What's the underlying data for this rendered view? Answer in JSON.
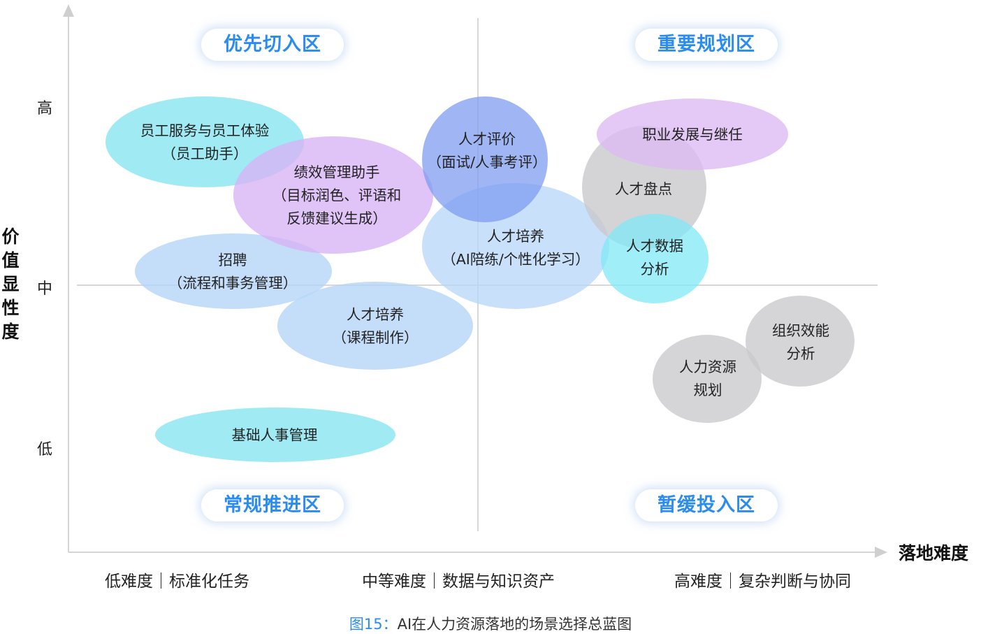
{
  "y_axis": {
    "title": "价值显性度",
    "levels": [
      "高",
      "中",
      "低"
    ]
  },
  "x_axis": {
    "title": "落地难度",
    "categories": [
      "低难度｜标准化任务",
      "中等难度｜数据与知识资产",
      "高难度｜复杂判断与协同"
    ]
  },
  "quadrants": {
    "top_left": "优先切入区",
    "top_right": "重要规划区",
    "bottom_left": "常规推进区",
    "bottom_right": "暂缓投入区"
  },
  "caption": {
    "figure": "图15：",
    "text": "AI在人力资源落地的场景选择总蓝图"
  },
  "bubbles": [
    {
      "id": "employee-service",
      "lines": [
        "员工服务与员工体验",
        "（员工助手）"
      ],
      "color": "#7fe3ef"
    },
    {
      "id": "performance-assistant",
      "lines": [
        "绩效管理助手",
        "（目标润色、评语和",
        "反馈建议生成）"
      ],
      "color": "#d7b2f5"
    },
    {
      "id": "recruiting",
      "lines": [
        "招聘",
        "（流程和事务管理）"
      ],
      "color": "#b5d6f8"
    },
    {
      "id": "training-course",
      "lines": [
        "人才培养",
        "（课程制作）"
      ],
      "color": "#b5d6f8"
    },
    {
      "id": "basic-hr",
      "lines": [
        "基础人事管理"
      ],
      "color": "#7fe3ef"
    },
    {
      "id": "talent-development",
      "lines": [
        "人才培养",
        "（AI陪练/个性化学习）"
      ],
      "color": "#b5d6f8"
    },
    {
      "id": "talent-evaluation",
      "lines": [
        "人才评价",
        "（面试/人事考评）"
      ],
      "color": "#7f9cf0"
    },
    {
      "id": "career-succession",
      "lines": [
        "职业发展与继任"
      ],
      "color": "#dcb8f3"
    },
    {
      "id": "talent-review",
      "lines": [
        "人才盘点"
      ],
      "color": "#c9c9cd"
    },
    {
      "id": "talent-analytics",
      "lines": [
        "人才数据",
        "分析"
      ],
      "color": "#7fe8f5"
    },
    {
      "id": "org-effectiveness",
      "lines": [
        "组织效能",
        "分析"
      ],
      "color": "#c9c9cd"
    },
    {
      "id": "workforce-planning",
      "lines": [
        "人力资源",
        "规划"
      ],
      "color": "#c9c9cd"
    }
  ]
}
